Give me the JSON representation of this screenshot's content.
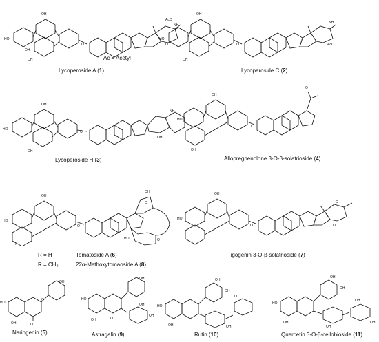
{
  "compounds": [
    {
      "label": "Lycoperoside A",
      "num": "1"
    },
    {
      "label": "Lycoperoside C",
      "num": "2"
    },
    {
      "label": "Lycoperoside H",
      "num": "3"
    },
    {
      "label": "Allopregnenolone 3-O-β-solatrioside",
      "num": "4"
    },
    {
      "label": "Tomatoside A",
      "num": "6"
    },
    {
      "label": "22α-Methoxytomaoside A",
      "num": "8"
    },
    {
      "label": "Tigogenin 3-O-β-solatrioside",
      "num": "7"
    },
    {
      "label": "Naringenin",
      "num": "5"
    },
    {
      "label": "Astragalin",
      "num": "9"
    },
    {
      "label": "Rutin",
      "num": "10"
    },
    {
      "label": "Quercetin 3-O-β-cellobioside",
      "num": "11"
    }
  ],
  "notes": {
    "acetyl": "Ac = Acetyl",
    "r_h": "R = H",
    "r_ch3": "R = CH₃"
  },
  "atom_labels": {
    "oh": "OH",
    "ho": "HO",
    "o": "O",
    "nh": "NH",
    "ac": "Ac",
    "aco": "AcO",
    "r": "R"
  }
}
